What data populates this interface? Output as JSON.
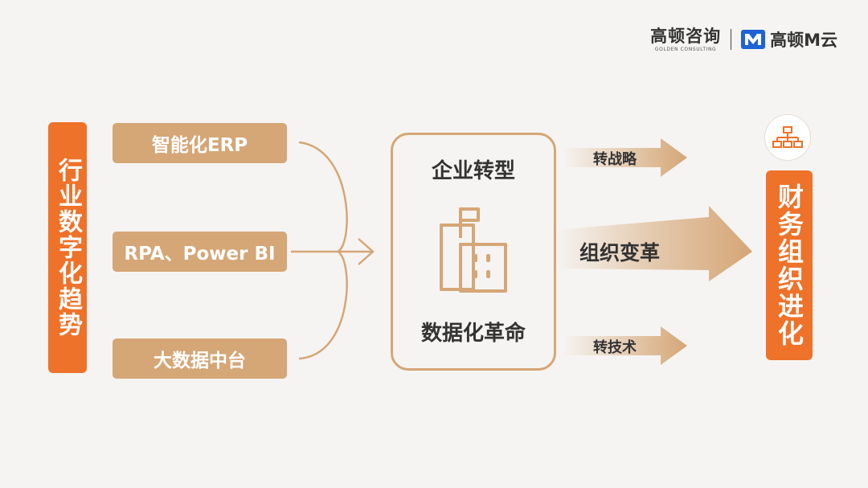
{
  "brand": {
    "name": "高顿咨询",
    "name_en": "GOLDEN CONSULTING",
    "cloud": "高顿M云"
  },
  "left_bar": {
    "label": "行业数字化趋势"
  },
  "inputs": [
    {
      "label": "智能化ERP"
    },
    {
      "label": "RPA、Power BI"
    },
    {
      "label": "大数据中台"
    }
  ],
  "center": {
    "top": "企业转型",
    "bottom": "数据化革命"
  },
  "outputs": {
    "top": "转战略",
    "middle": "组织变革",
    "bottom": "转技术"
  },
  "right_bar": {
    "label": "财务组织进化"
  },
  "colors": {
    "orange": "#ee7229",
    "tan": "#d5a676",
    "text": "#333333"
  },
  "icons": [
    "org-chart-icon",
    "building-icon",
    "m-logo-icon"
  ]
}
